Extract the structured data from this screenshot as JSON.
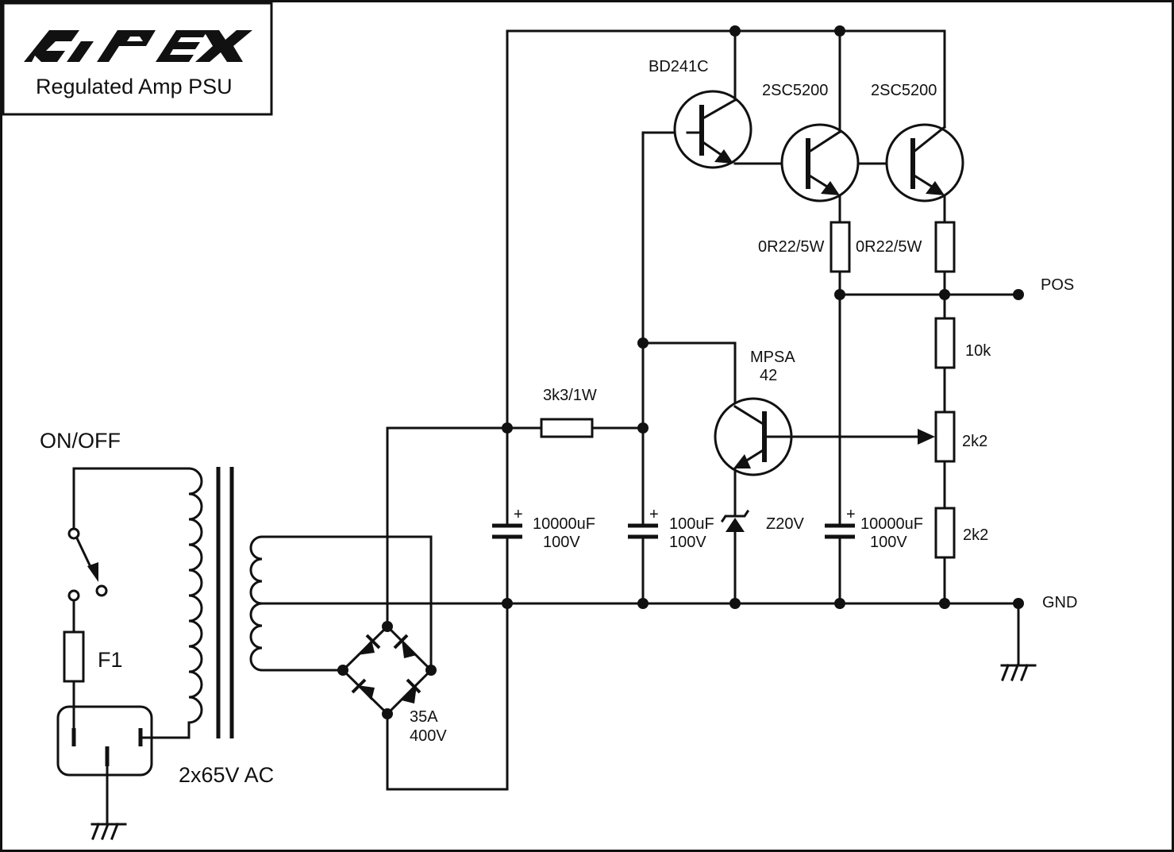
{
  "title": {
    "logo_text": "APEX",
    "subtitle": "Regulated Amp PSU"
  },
  "labels": {
    "switch": "ON/OFF",
    "fuse": "F1",
    "transformer": "2x65V AC",
    "bridge_current": "35A",
    "bridge_voltage": "400V",
    "r_3k3": "3k3/1W",
    "c1_value": "10000uF",
    "c1_voltage": "100V",
    "c2_value": "100uF",
    "c2_voltage": "100V",
    "zener": "Z20V",
    "c3_value": "10000uF",
    "c3_voltage": "100V",
    "q_driver": "BD241C",
    "q_out1": "2SC5200",
    "q_out2": "2SC5200",
    "r_emitter1": "0R22/5W",
    "r_emitter2": "0R22/5W",
    "q_error_line1": "MPSA",
    "q_error_line2": "42",
    "r_10k": "10k",
    "pot_2k2": "2k2",
    "r_2k2": "2k2",
    "out_pos": "POS",
    "out_gnd": "GND",
    "plus_sign": "+"
  }
}
